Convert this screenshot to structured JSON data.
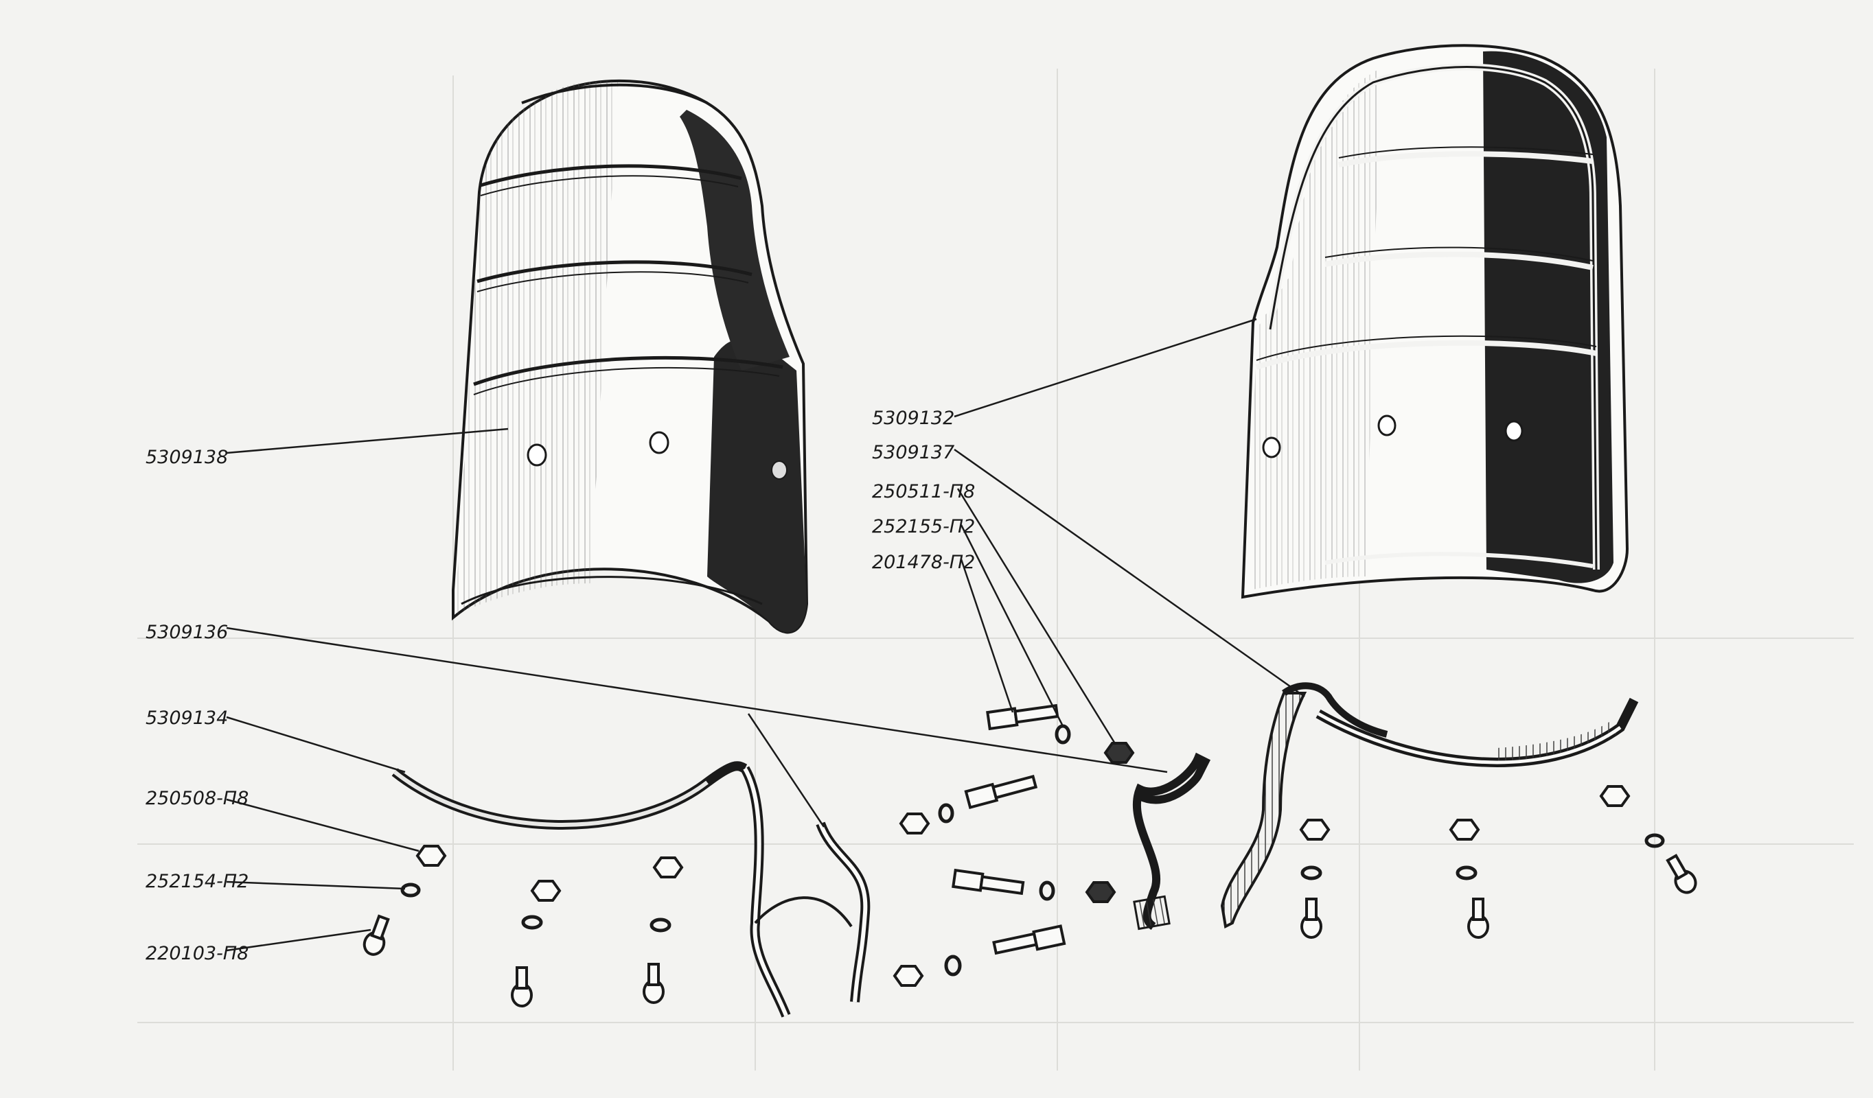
{
  "colors": {
    "paper": "#f3f3f1",
    "ink": "#1a1a1a",
    "shade": "#2a2a2a",
    "ghost_table": "#d9d9d6"
  },
  "labels": {
    "left_fender": "5309138",
    "left_clamp_upper": "5309136",
    "left_strap": "5309134",
    "left_nut": "250508-П8",
    "left_washer": "252154-П2",
    "left_bolt": "220103-П8",
    "right_fender": "5309132",
    "right_strap": "5309137",
    "right_nut": "250511-П8",
    "right_washer": "252155-П2",
    "right_bolt": "201478-П2"
  }
}
